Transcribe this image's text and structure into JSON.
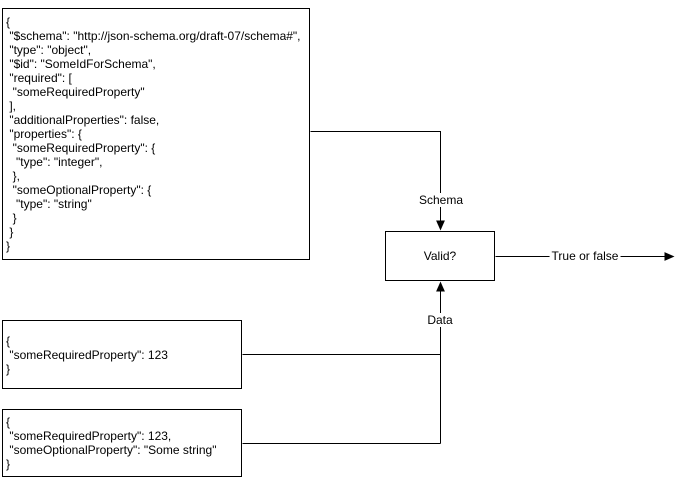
{
  "diagram": {
    "schema_box": {
      "code": "{\n \"$schema\": \"http://json-schema.org/draft-07/schema#\",\n \"type\": \"object\",\n \"$id\": \"SomeIdForSchema\",\n \"required\": [\n  \"someRequiredProperty\"\n ],\n \"additionalProperties\": false,\n \"properties\": {\n  \"someRequiredProperty\": {\n   \"type\": \"integer\",\n  },\n  \"someOptionalProperty\": {\n   \"type\": \"string\"\n  }\n }\n}"
    },
    "data_box_1": {
      "code": "{\n \"someRequiredProperty\": 123\n}"
    },
    "data_box_2": {
      "code": "{\n \"someRequiredProperty\": 123,\n \"someOptionalProperty\": \"Some string\"\n}"
    },
    "valid_box": {
      "label": "Valid?"
    },
    "edge_labels": {
      "schema": "Schema",
      "data": "Data",
      "output": "True or false"
    },
    "colors": {
      "stroke": "#000000",
      "fill": "#ffffff",
      "text": "#000000"
    }
  }
}
